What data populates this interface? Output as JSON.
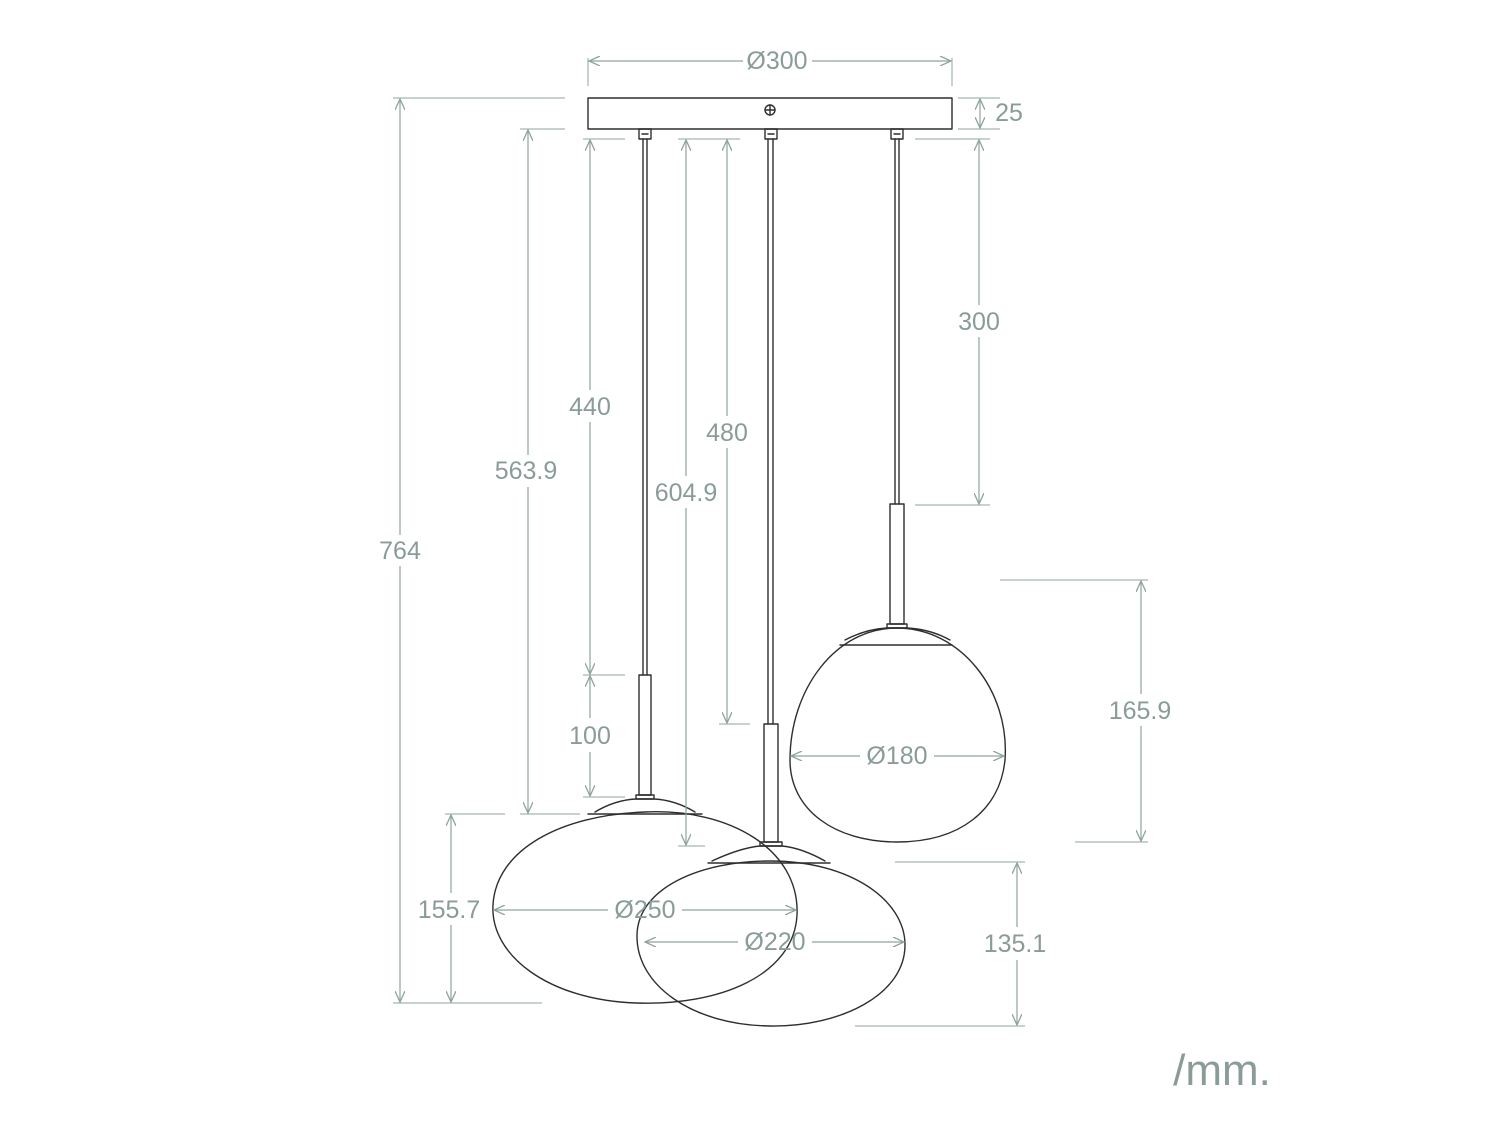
{
  "colors": {
    "outline": "#2d2f2e",
    "dimension": "#8fa3a0",
    "text": "#8a9c99",
    "background": "#ffffff"
  },
  "dimensions": {
    "canopy_diameter": "Ø300",
    "canopy_height": "25",
    "overall_height": "764",
    "left_cable_to_globe_top": "563.9",
    "left_cable": "440",
    "left_stem": "100",
    "middle_cable": "480",
    "middle_cable_to_globe_top": "604.9",
    "right_cable": "300",
    "right_globe_height": "165.9",
    "right_globe_diameter": "Ø180",
    "left_globe_height": "155.7",
    "left_globe_diameter": "Ø250",
    "middle_globe_diameter": "Ø220",
    "middle_globe_height": "135.1"
  },
  "unit_label": "/mm."
}
